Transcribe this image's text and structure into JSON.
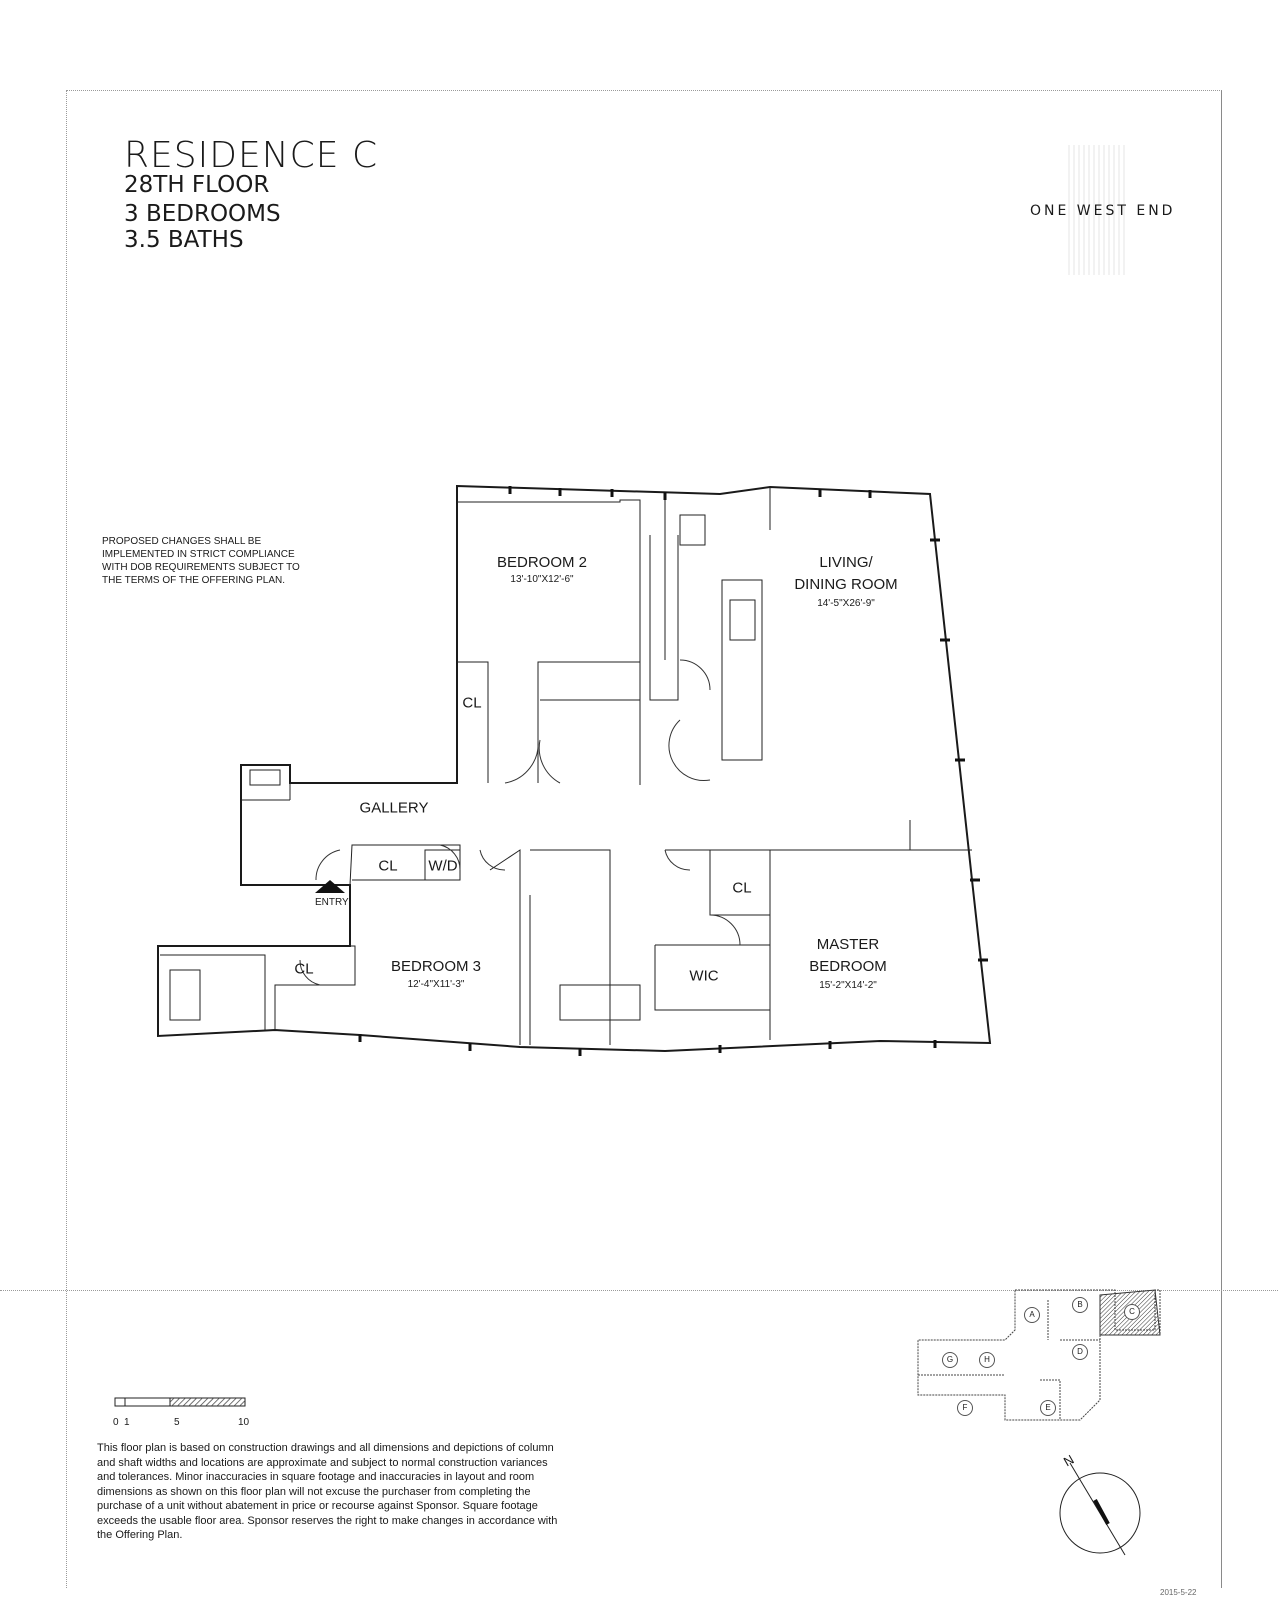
{
  "header": {
    "residence": "RESIDENCE C",
    "floor": "28TH FLOOR",
    "bedrooms": "3 BEDROOMS",
    "baths": "3.5 BATHS",
    "brand": "ONE WEST END"
  },
  "notice": "PROPOSED CHANGES SHALL BE IMPLEMENTED IN STRICT COMPLIANCE WITH DOB REQUIREMENTS SUBJECT TO THE TERMS OF THE OFFERING PLAN.",
  "rooms": {
    "bedroom2": {
      "name": "BEDROOM 2",
      "dims": "13'-10\"X12'-6\""
    },
    "living": {
      "name_line1": "LIVING/",
      "name_line2": "DINING ROOM",
      "dims": "14'-5\"X26'-9\""
    },
    "bedroom3": {
      "name": "BEDROOM 3",
      "dims": "12'-4\"X11'-3\""
    },
    "master": {
      "name_line1": "MASTER",
      "name_line2": "BEDROOM",
      "dims": "15'-2\"X14'-2\""
    },
    "gallery": "GALLERY",
    "closet": "CL",
    "washer_dryer": "W/D",
    "wic": "WIC",
    "entry": "ENTRY"
  },
  "scale_bar": {
    "ticks": [
      "0",
      "1",
      "5",
      "10"
    ]
  },
  "key_plan": {
    "units": [
      "A",
      "B",
      "C",
      "D",
      "E",
      "F",
      "G",
      "H"
    ],
    "highlighted": "C"
  },
  "compass": {
    "label": "N"
  },
  "disclaimer": "This floor plan is based on construction drawings and all dimensions and depictions of column and shaft widths and locations are approximate and subject to normal construction variances and tolerances. Minor inaccuracies in square footage and inaccuracies in layout and room dimensions as shown on this floor plan will not excuse the purchaser from completing the purchase of a unit without abatement in price or recourse against Sponsor. Square footage exceeds the usable floor area. Sponsor reserves the right to make changes in accordance with the Offering Plan.",
  "stamp": "2015-5-22"
}
